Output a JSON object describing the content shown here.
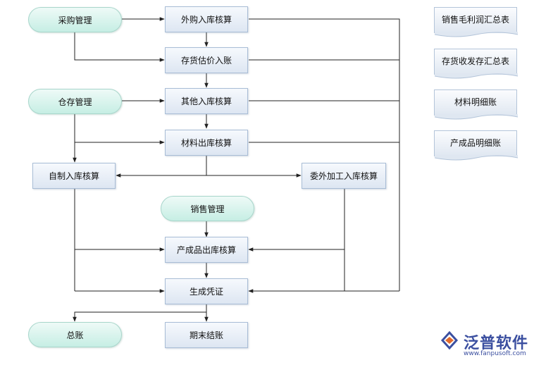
{
  "nodes": {
    "purchase_mgmt": "采购管理",
    "warehouse_mgmt": "仓存管理",
    "sales_mgmt": "销售管理",
    "general_ledger": "总账",
    "purchase_in_cost": "外购入库核算",
    "stock_estimate": "存货估价入账",
    "other_in_cost": "其他入库核算",
    "material_out_cost": "材料出库核算",
    "self_made_in_cost": "自制入库核算",
    "outsourced_in_cost": "委外加工入库核算",
    "product_out_cost": "产成品出库核算",
    "generate_voucher": "生成凭证",
    "period_close": "期末结账"
  },
  "reports": [
    "销售毛利润汇总表",
    "存货收发存汇总表",
    "材料明细账",
    "产成品明细账"
  ],
  "logo": {
    "brand": "泛普软件",
    "url": "www.fanpusoft.com"
  },
  "colors": {
    "line": "#222222",
    "box_border": "#a9bdd6",
    "terminal_fill": "#c6eee4",
    "logo": "#3b4fa0"
  }
}
